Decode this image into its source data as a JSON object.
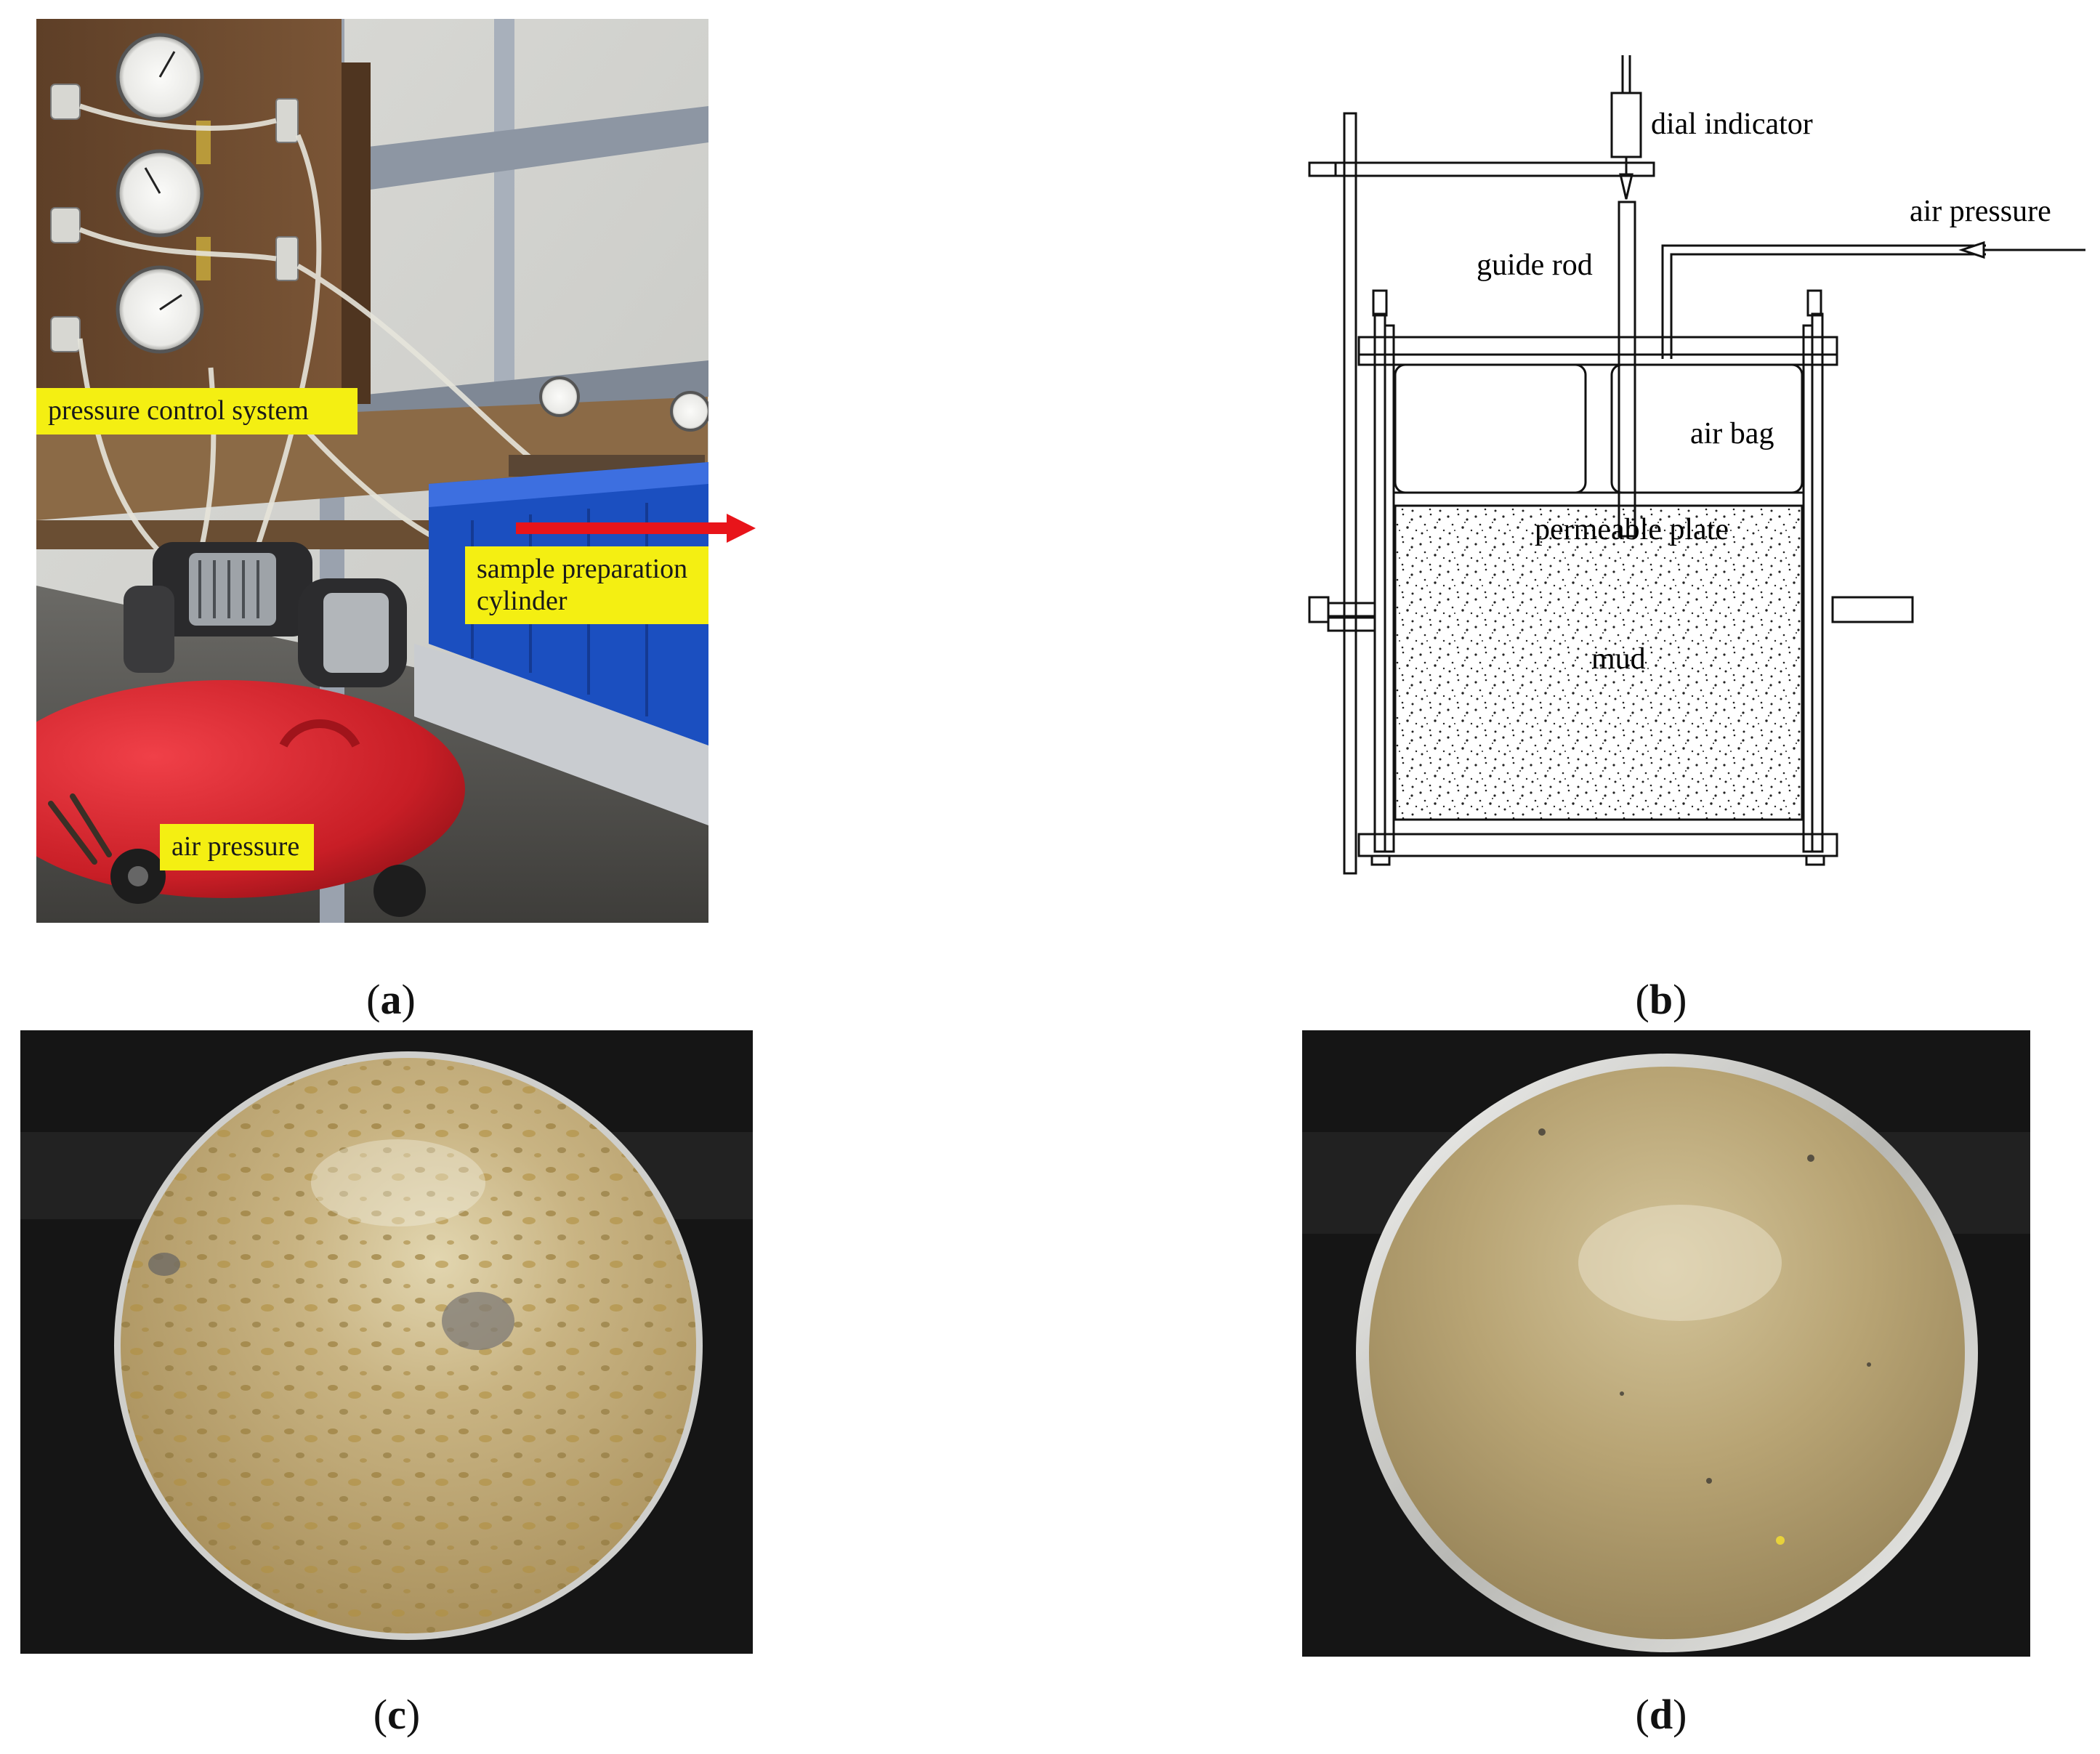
{
  "panel_a": {
    "labels": {
      "pressure_control": "pressure control system",
      "sample_cylinder_line1": "sample preparation",
      "sample_cylinder_line2": "cylinder",
      "air_pressure": "air pressure"
    }
  },
  "panel_b": {
    "labels": {
      "dial_indicator": "dial indicator",
      "air_pressure": "air pressure",
      "guide_rod": "guide rod",
      "air_bag": "air bag",
      "permeable_plate": "permeable plate",
      "mud": "mud"
    }
  },
  "captions": {
    "a": "a",
    "b": "b",
    "c": "c",
    "d": "d"
  },
  "colors": {
    "label_bg": "#f4ef12",
    "arrow": "#e8141a",
    "compressor": "#d2232a",
    "crate": "#1b4fc0",
    "board": "#6e4a2e"
  }
}
